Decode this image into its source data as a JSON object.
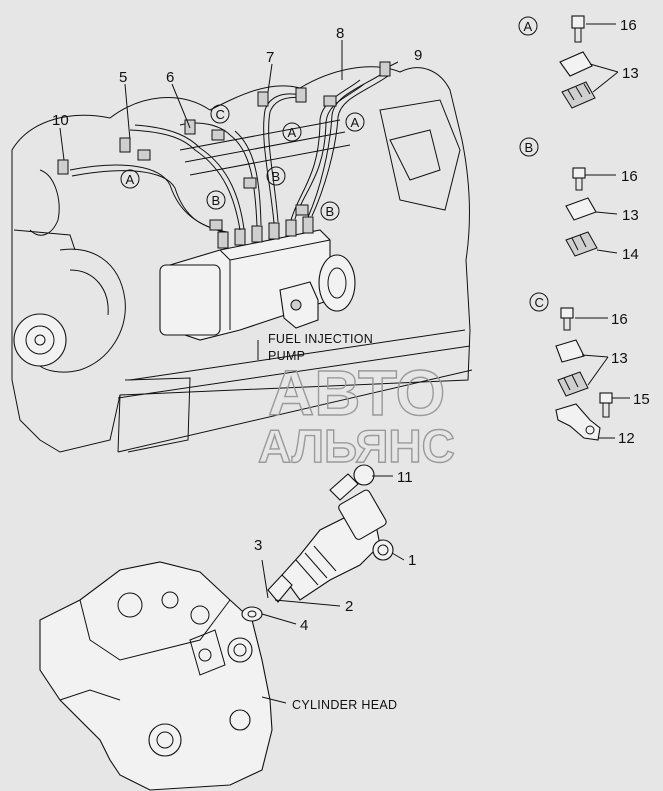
{
  "callouts": {
    "c1": "1",
    "c2": "2",
    "c3": "3",
    "c4": "4",
    "c5": "5",
    "c6": "6",
    "c7": "7",
    "c8": "8",
    "c9": "9",
    "c10": "10",
    "c11": "11",
    "c12": "12",
    "c13a": "13",
    "c13b": "13",
    "c13c": "13",
    "c14": "14",
    "c15": "15",
    "c16a": "16",
    "c16b": "16",
    "c16c": "16"
  },
  "section_markers": {
    "A": "A",
    "B": "B",
    "C": "C"
  },
  "labels": {
    "pump_line1": "FUEL INJECTION",
    "pump_line2": "PUMP",
    "cylinder_head": "CYLINDER HEAD"
  },
  "watermark": {
    "line1": "АВТО",
    "line2": "АЛЬЯНС"
  }
}
